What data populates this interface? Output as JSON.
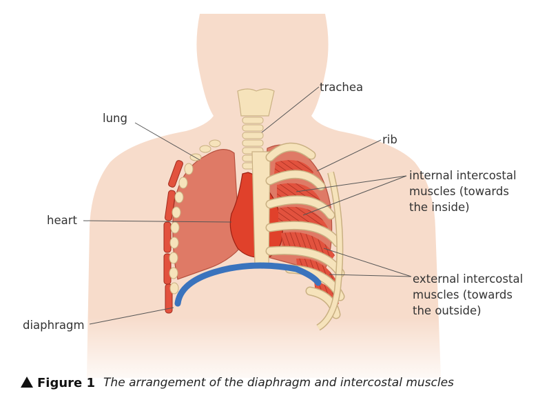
{
  "figure": {
    "labels": {
      "trachea": "trachea",
      "lung": "lung",
      "rib": "rib",
      "internal_1": "internal intercostal",
      "internal_2": "muscles (towards",
      "internal_3": "the inside)",
      "heart": "heart",
      "external_1": "external intercostal",
      "external_2": "muscles (towards",
      "external_3": "the outside)",
      "diaphragm": "diaphragm"
    },
    "caption": {
      "number": "Figure 1",
      "text": "The arrangement of the diaphragm and intercostal muscles"
    },
    "colors": {
      "body": "#f7dccb",
      "lung": "#df7a66",
      "heart": "#e0412b",
      "bone": "#f6e3bb",
      "muscle": "#e2523e",
      "diaphragm": "#3a73bd"
    }
  }
}
